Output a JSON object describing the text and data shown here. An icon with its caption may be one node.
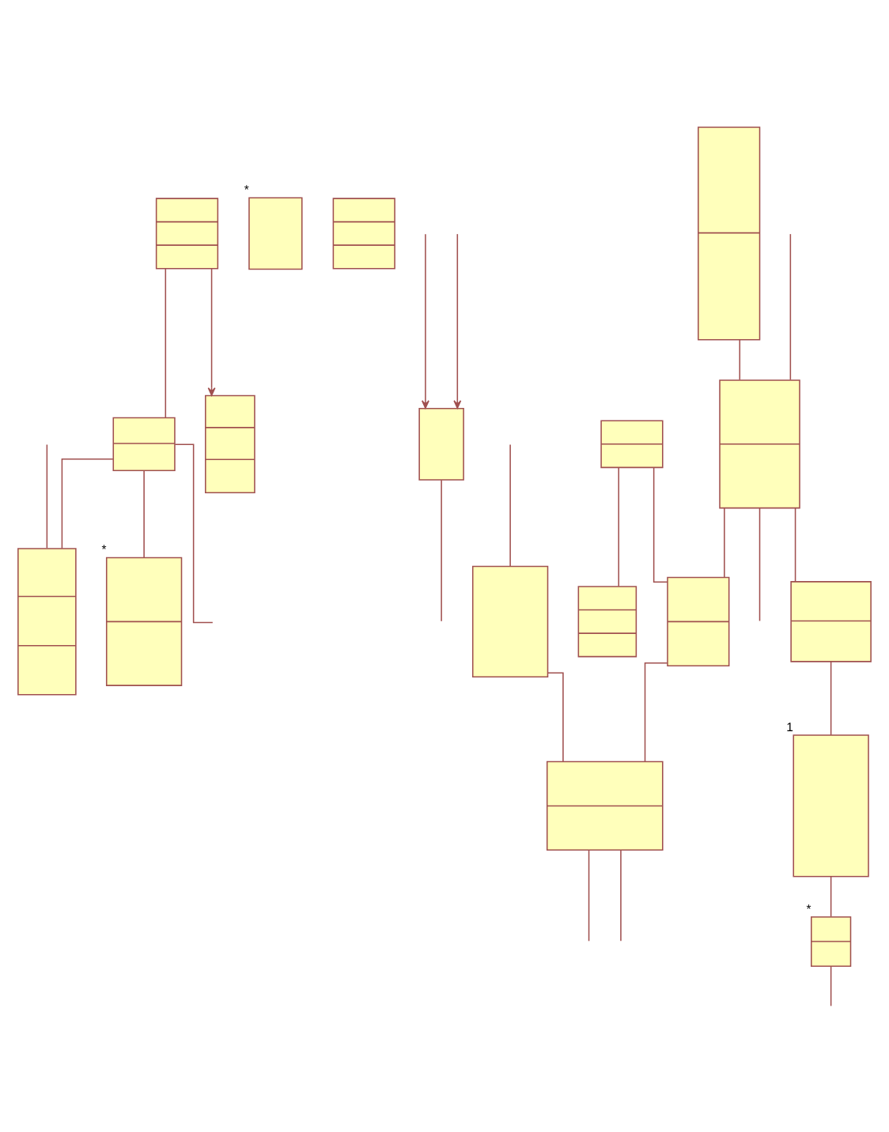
{
  "diagram": {
    "nodes": [
      {
        "text": [],
        "shape": "box"
      },
      {
        "text": [],
        "shape": "box"
      },
      {
        "text": [],
        "shape": "box"
      },
      {
        "text": [],
        "shape": "box",
        "beside": [
          "*"
        ]
      },
      {
        "text": [],
        "shape": "box"
      },
      {
        "text": [],
        "shape": "box"
      },
      {
        "text": [],
        "shape": "box"
      },
      {
        "text": [],
        "shape": "box"
      },
      {
        "text": [],
        "shape": "box"
      },
      {
        "text": [],
        "shape": "box",
        "beside": [
          "1"
        ]
      },
      {
        "text": [],
        "shape": "box",
        "beside": [
          "*"
        ]
      },
      {
        "text": [],
        "shape": "box"
      },
      {
        "text": [],
        "shape": "box"
      },
      {
        "text": [],
        "shape": "box"
      },
      {
        "text": [],
        "shape": "box",
        "beside": [
          "*"
        ]
      },
      {
        "text": [],
        "shape": "box"
      },
      {
        "text": [],
        "shape": "box"
      },
      {
        "text": [],
        "shape": "box"
      }
    ],
    "edges": [
      {
        "from": 2,
        "to": 1,
        "arrow": "to"
      },
      {
        "from": 2,
        "to": 0,
        "arrow": "none"
      },
      {
        "from": 0,
        "to": null,
        "arrow": "none"
      },
      {
        "from": 0,
        "to": 10,
        "arrow": "none"
      },
      {
        "from": 0,
        "to": 15,
        "arrow": "none"
      },
      {
        "from": null,
        "to": 5,
        "arrow": "to"
      },
      {
        "from": null,
        "to": 5,
        "arrow": "to"
      },
      {
        "from": 5,
        "to": null,
        "arrow": "none"
      },
      {
        "from": 8,
        "to": 17,
        "arrow": "none"
      },
      {
        "from": 6,
        "to": 7,
        "arrow": "none"
      },
      {
        "from": 6,
        "to": 8,
        "arrow": "none"
      },
      {
        "from": null,
        "to": 11,
        "arrow": "none"
      },
      {
        "from": 11,
        "to": null,
        "arrow": "none"
      },
      {
        "from": 11,
        "to": 8,
        "arrow": "none"
      },
      {
        "from": 12,
        "to": 11,
        "arrow": "none"
      },
      {
        "from": 11,
        "to": 13,
        "arrow": "none"
      },
      {
        "from": 13,
        "to": 9,
        "arrow": "none"
      },
      {
        "from": 9,
        "to": 14,
        "arrow": "none"
      },
      {
        "from": 14,
        "to": null,
        "arrow": "none"
      },
      {
        "from": null,
        "to": 15,
        "arrow": "none"
      },
      {
        "from": null,
        "to": 16,
        "arrow": "none"
      },
      {
        "from": 16,
        "to": 17,
        "arrow": "none"
      },
      {
        "from": 17,
        "to": null,
        "arrow": "none"
      },
      {
        "from": 17,
        "to": null,
        "arrow": "none"
      }
    ]
  }
}
